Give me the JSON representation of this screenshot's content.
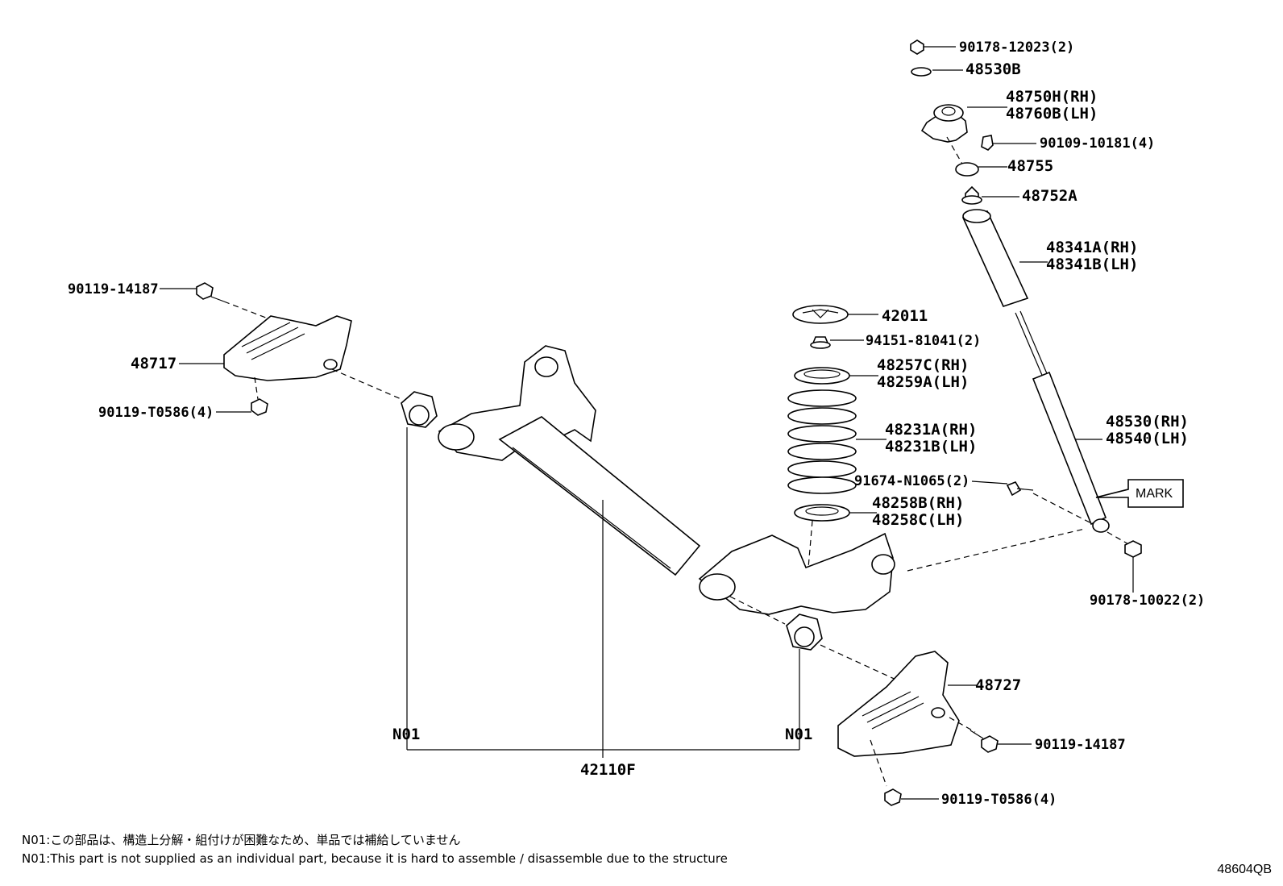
{
  "labels": {
    "p90178_12023": "90178-12023(2)",
    "p48530B": "48530B",
    "p48750H": "48750H(RH)",
    "p48760B": "48760B(LH)",
    "p90109_10181": "90109-10181(4)",
    "p48755": "48755",
    "p48752A": "48752A",
    "p48341A": "48341A(RH)",
    "p48341B": "48341B(LH)",
    "p42011": "42011",
    "p94151": "94151-81041(2)",
    "p48257C": "48257C(RH)",
    "p48259A": "48259A(LH)",
    "p48231A": "48231A(RH)",
    "p48231B": "48231B(LH)",
    "p91674": "91674-N1065(2)",
    "p48258B": "48258B(RH)",
    "p48258C": "48258C(LH)",
    "p48530RH": "48530(RH)",
    "p48540LH": "48540(LH)",
    "mark": "MARK",
    "p90178_10022": "90178-10022(2)",
    "p90119_14187_l": "90119-14187",
    "p48717": "48717",
    "p90119_T0586_l": "90119-T0586(4)",
    "n01_left": "N01",
    "n01_right": "N01",
    "p42110F": "42110F",
    "p48727": "48727",
    "p90119_14187_r": "90119-14187",
    "p90119_T0586_r": "90119-T0586(4)"
  },
  "notes": {
    "jp": "N01:この部品は、構造上分解・組付けが困難なため、単品では補給していません",
    "en": "N01:This part is not supplied as an individual part, because it is hard to assemble / disassemble due to the structure"
  },
  "diagram_code": "48604QB"
}
